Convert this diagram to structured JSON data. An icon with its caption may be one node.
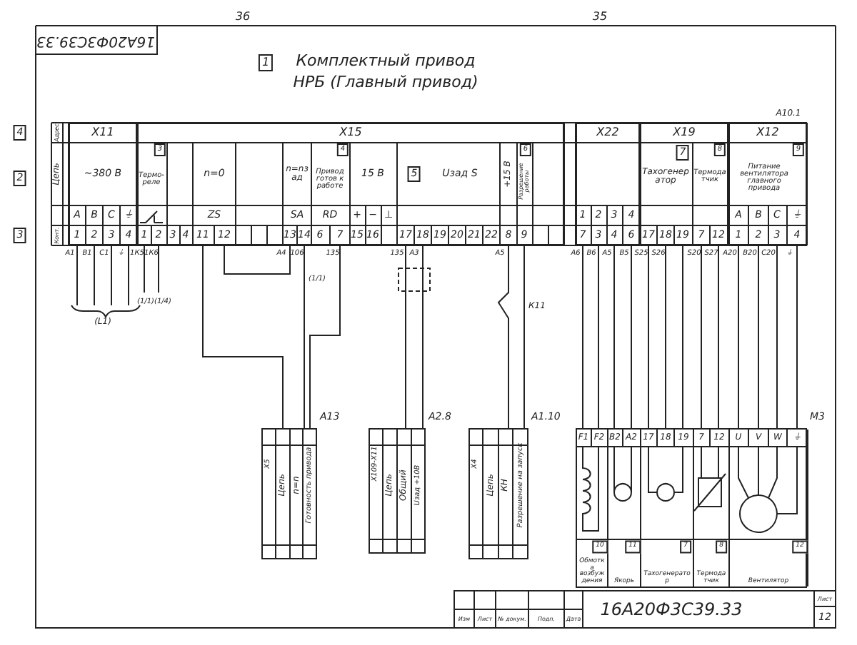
{
  "diagram": {
    "title": "Комплектный привод НРБ (Главный привод)",
    "nodes": [
      {
        "text": [
          "X11"
        ]
      },
      {
        "text": [
          "X15"
        ]
      },
      {
        "text": [
          "X22"
        ]
      },
      {
        "text": [
          "X19"
        ]
      },
      {
        "text": [
          "X12"
        ]
      },
      {
        "text": [
          "А13"
        ]
      },
      {
        "text": [
          "А2.8"
        ]
      },
      {
        "text": [
          "А1.10"
        ]
      },
      {
        "text": [
          "М3"
        ]
      },
      {
        "text": [
          "Обмотка возбуждения"
        ],
        "in": 8
      },
      {
        "text": [
          "Якорь"
        ],
        "in": 8
      },
      {
        "text": [
          "Тахогенератор"
        ],
        "in": 8
      },
      {
        "text": [
          "Термодатчик"
        ],
        "in": 8
      },
      {
        "text": [
          "Вентилятор"
        ],
        "in": 8
      }
    ],
    "edges": [
      {
        "from": 1,
        "to": 5,
        "arrow": "none"
      },
      {
        "from": 1,
        "to": 6,
        "arrow": "none"
      },
      {
        "from": 1,
        "to": 7,
        "arrow": "none"
      },
      {
        "from": 2,
        "to": 9,
        "arrow": "none"
      },
      {
        "from": 2,
        "to": 10,
        "arrow": "none"
      },
      {
        "from": 3,
        "to": 11,
        "arrow": "none"
      },
      {
        "from": 3,
        "to": 12,
        "arrow": "none"
      },
      {
        "from": 4,
        "to": 13,
        "arrow": "none"
      }
    ],
    "labels": [
      "36",
      "35",
      "16А20Ф3С39.33",
      "1",
      "А10.1",
      "4",
      "2",
      "3",
      "Адрес",
      "Цепь",
      "Конт.",
      "~380 В",
      "А",
      "В",
      "С",
      "⏚",
      "1",
      "2",
      "3",
      "4",
      "3",
      "Термо-реле",
      "1",
      "2",
      "3",
      "4",
      "n=0",
      "ZS",
      "11",
      "12",
      "n=nзад",
      "SA",
      "13",
      "14",
      "4",
      "Привод готов к работе",
      "RD",
      "6",
      "7",
      "15 В",
      "+",
      "−",
      "⊥",
      "15",
      "16",
      "5",
      "Uзад S",
      "17",
      "18",
      "19",
      "20",
      "21",
      "22",
      "+15 В",
      "8",
      "6",
      "Разрешение работы",
      "9",
      "1",
      "2",
      "3",
      "4",
      "7",
      "3",
      "4",
      "6",
      "7",
      "Тахогенератор",
      "17",
      "18",
      "19",
      "8",
      "Термодатчик",
      "7",
      "12",
      "9",
      "Питание вентилятора главного привода",
      "А",
      "В",
      "С",
      "⏚",
      "1",
      "2",
      "3",
      "4",
      "А1",
      "В1",
      "С1",
      "⏚",
      "1К5",
      "1К6",
      "(L1)",
      "(1/1)(1/4)",
      "А4",
      "106",
      "135",
      "(1/1)",
      "135",
      "А3",
      "А5",
      "К11",
      "А6",
      "В6",
      "А5",
      "В5",
      "S25",
      "S26",
      "S20",
      "S27",
      "А20",
      "В20",
      "С20",
      "⏚",
      "Х5",
      "Цепь",
      "n=n",
      "Готовность привода",
      "Х109-Х11",
      "Цепь",
      "Общий",
      "Uзад +10В",
      "Х4",
      "Цепь",
      "КН",
      "Разрешение на запуск",
      "F1",
      "F2",
      "B2",
      "A2",
      "17",
      "18",
      "19",
      "7",
      "12",
      "U",
      "V",
      "W",
      "⏚",
      "10",
      "11",
      "7",
      "8",
      "12",
      "Изм",
      "Лист",
      "№ докум.",
      "Подп.",
      "Дата",
      "16А20Ф3С39.33",
      "Лист",
      "12"
    ]
  }
}
